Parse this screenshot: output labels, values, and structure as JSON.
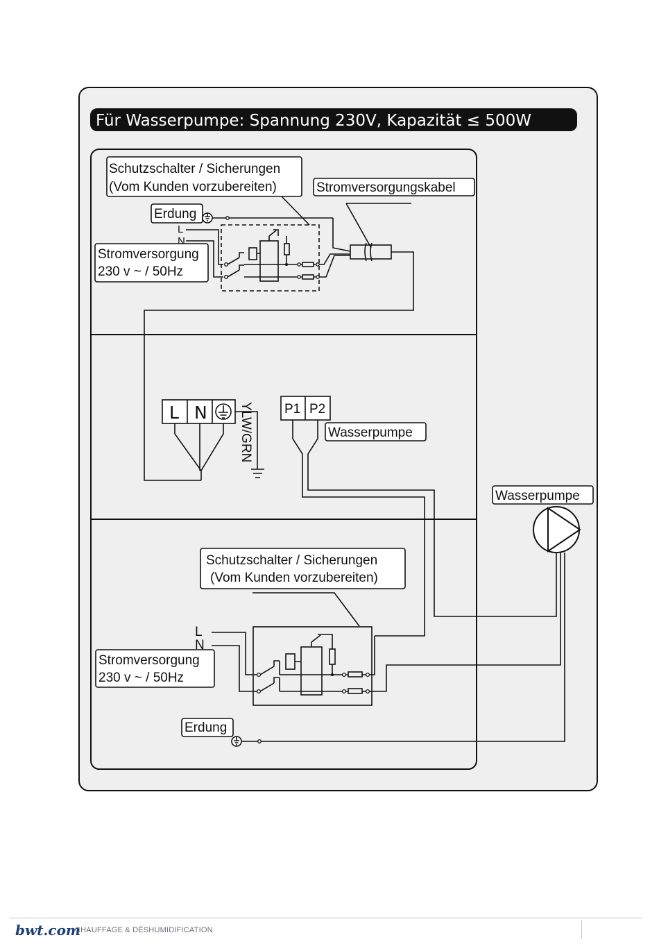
{
  "title": "Für Wasserpumpe: Spannung 230V, Kapazität ≤ 500W",
  "top_section": {
    "breaker_line1": "Schutzschalter / Sicherungen",
    "breaker_line2": "(Vom Kunden vorzubereiten)",
    "cable_label": "Stromversorgungskabel",
    "ground_label": "Erdung",
    "l_label": "L",
    "n_label": "N",
    "supply_line1": "Stromversorgung",
    "supply_line2": "230 v ~ / 50Hz"
  },
  "middle_section": {
    "terminal_l": "L",
    "terminal_n": "N",
    "ground_wire_label": "YLW/GRN",
    "p1": "P1",
    "p2": "P2",
    "pump_label": "Wasserpumpe"
  },
  "right_pump_label": "Wasserpumpe",
  "bottom_section": {
    "breaker_line1": "Schutzschalter / Sicherungen",
    "breaker_line2": "(Vom Kunden vorzubereiten)",
    "l_label": "L",
    "n_label": "N",
    "supply_line1": "Stromversorgung",
    "supply_line2": "230 v ~ / 50Hz",
    "ground_label": "Erdung"
  },
  "footer": {
    "logo": "bwt.com",
    "tagline": "CHAUFFAGE & DÉSHUMIDIFICATION"
  }
}
